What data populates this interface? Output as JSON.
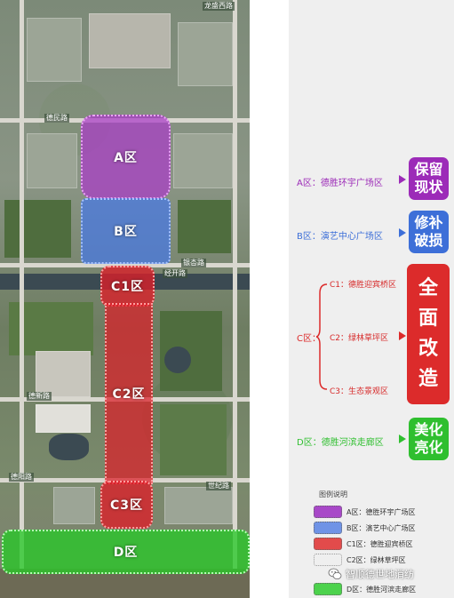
{
  "map": {
    "zone_labels": {
      "a": "A区",
      "b": "B区",
      "c1": "C1区",
      "c2": "C2区",
      "c3": "C3区",
      "d": "D区"
    },
    "road_labels": [
      "龙盛西路",
      "德民路",
      "银杏路",
      "德新路",
      "经开路",
      "德阳路",
      "世纪路"
    ]
  },
  "zones": {
    "a": {
      "label": "A区：德胜环宇广场区",
      "action_lines": [
        "保留",
        "现状"
      ],
      "color": "#9c2bb8"
    },
    "b": {
      "label": "B区：演艺中心广场区",
      "action_lines": [
        "修补",
        "破损"
      ],
      "color": "#3d6fd8"
    },
    "c": {
      "label": "C区：",
      "subs": [
        "C1：德胜迎宾桥区",
        "C2：绿林草坪区",
        "C3：生态景观区"
      ],
      "action_lines": [
        "全",
        "面",
        "改",
        "造"
      ],
      "color": "#dc2b2b"
    },
    "d": {
      "label": "D区：德胜河滨走廊区",
      "action_lines": [
        "美化",
        "亮化"
      ],
      "color": "#2fbf2f"
    }
  },
  "legend": {
    "title": "图例说明",
    "items": [
      {
        "label": "A区：德胜环宇广场区",
        "color": "#a848c8"
      },
      {
        "label": "B区：演艺中心广场区",
        "color": "#6f93e6"
      },
      {
        "label": "C1区：德胜迎宾桥区",
        "color": "#e24b4b"
      },
      {
        "label": "C2区：绿林草坪区",
        "color": "#efefef"
      },
      {
        "label": "D区：德胜河滨走廊区",
        "color": "#4cd24c"
      }
    ]
  },
  "watermark": "智顺德世地消纺"
}
